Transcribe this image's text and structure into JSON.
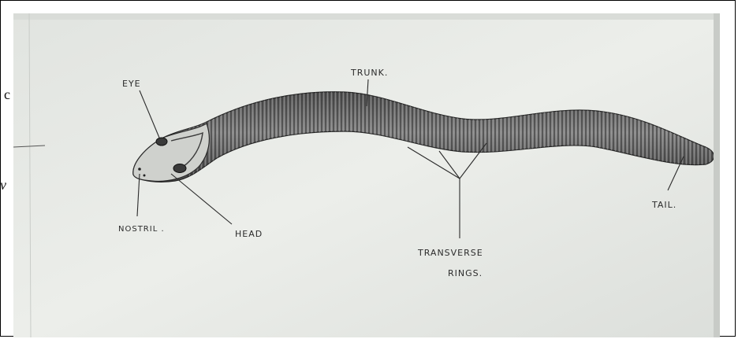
{
  "bleed": {
    "line1": "c",
    "line2": "v"
  },
  "labels": {
    "eye": "EYE",
    "trunk": "TRUNK.",
    "nostril": "NOSTRIL .",
    "head": "HEAD",
    "tail": "TAIL.",
    "transverse": "TRANSVERSE",
    "rings": "RINGS."
  },
  "colors": {
    "paper": "#e9ebe7",
    "ink": "#2b2b2b",
    "body_dark": "#3c3c3c",
    "body_mid": "#7a7a7a",
    "body_light": "#bdbdbd"
  }
}
